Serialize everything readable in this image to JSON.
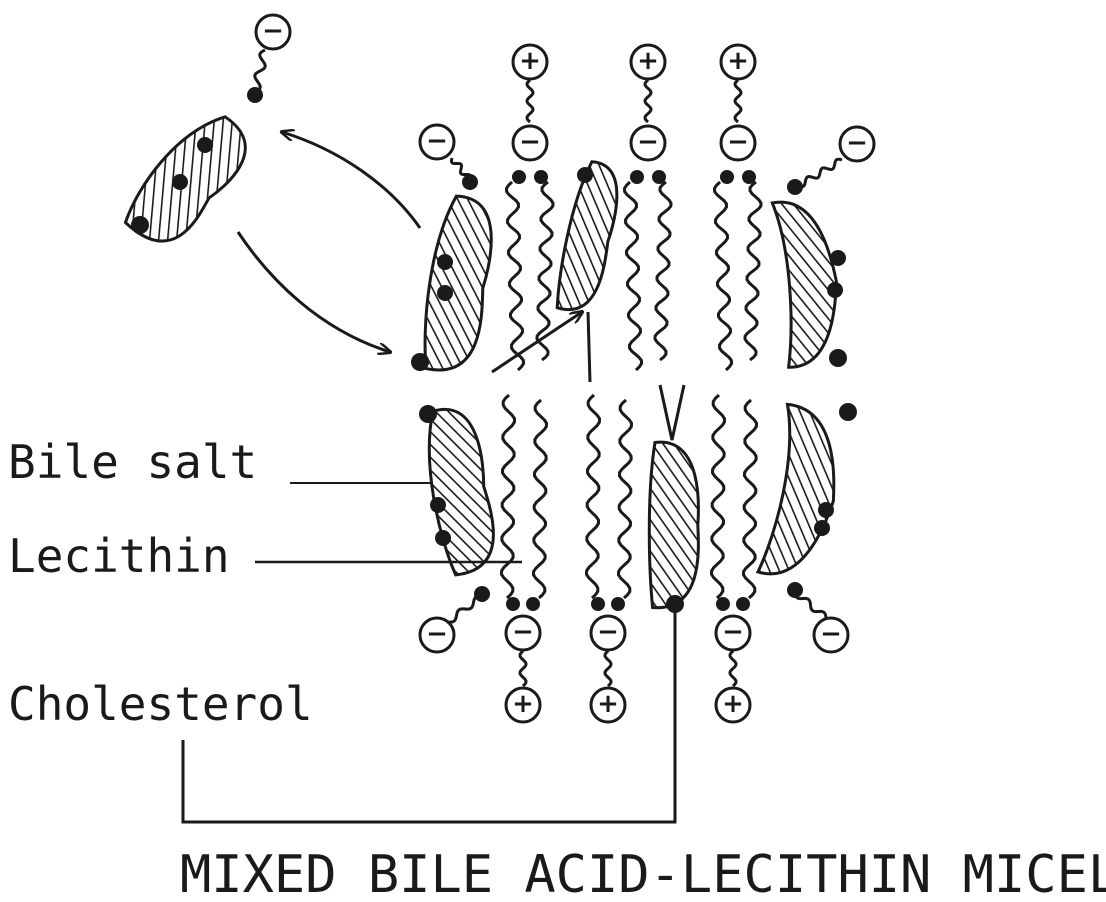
{
  "labels": {
    "bile_salt": "Bile salt",
    "lecithin": "Lecithin",
    "cholesterol": "Cholesterol",
    "title": "MIXED BILE ACID-LECITHIN MICELLE"
  },
  "symbols": {
    "negative": "−",
    "positive": "+"
  },
  "colors": {
    "ink": "#1a1a1a",
    "background": "#ffffff"
  }
}
